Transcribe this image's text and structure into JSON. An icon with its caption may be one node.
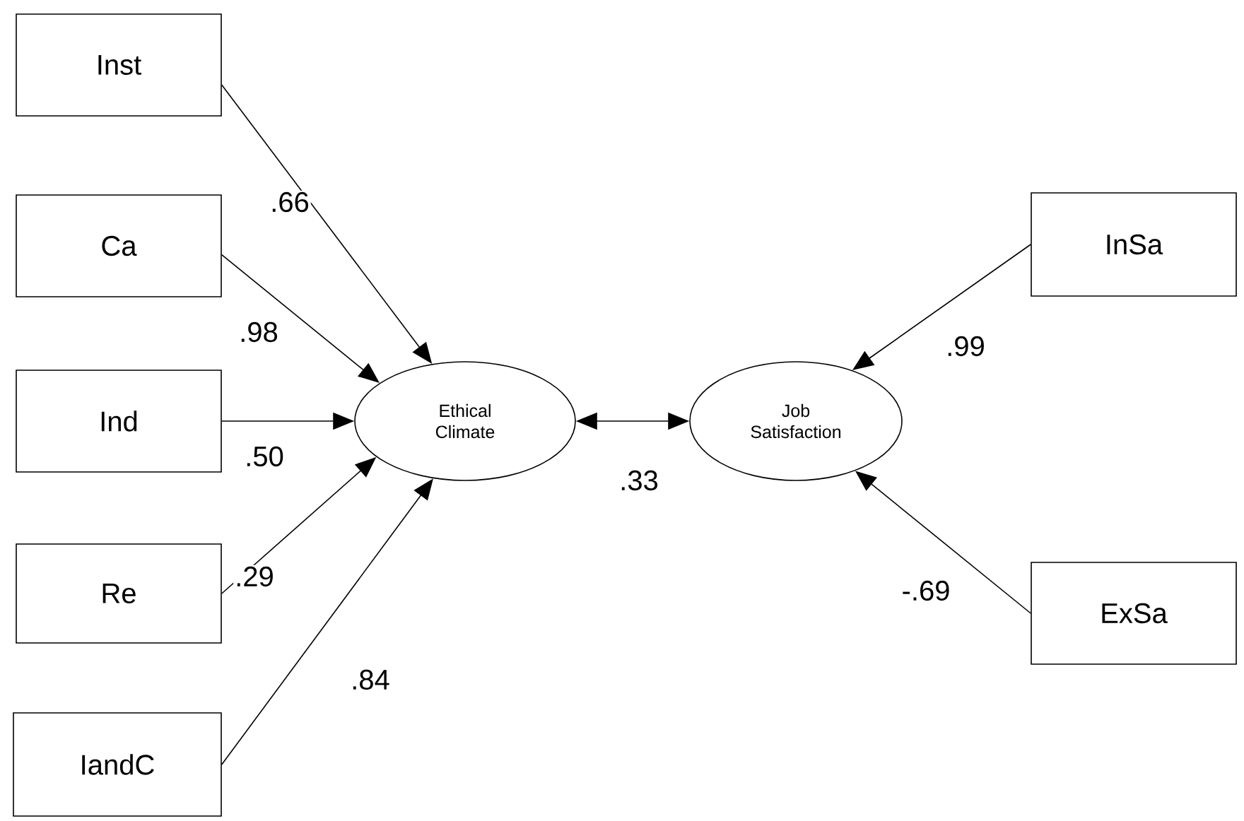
{
  "diagram": {
    "nodes": [
      {
        "text": [
          "Inst"
        ]
      },
      {
        "text": [
          "Ca"
        ]
      },
      {
        "text": [
          "Ind"
        ]
      },
      {
        "text": [
          "Re"
        ]
      },
      {
        "text": [
          "IandC"
        ]
      },
      {
        "text": [
          "Ethical Climate"
        ]
      },
      {
        "text": [
          "Job Satisfaction"
        ]
      },
      {
        "text": [
          "InSa"
        ]
      },
      {
        "text": [
          "ExSa"
        ]
      }
    ],
    "edges": [
      {
        "from": 0,
        "to": 5,
        "arrow": "to",
        "label": ".66"
      },
      {
        "from": 1,
        "to": 5,
        "arrow": "to",
        "label": ".98"
      },
      {
        "from": 2,
        "to": 5,
        "arrow": "to",
        "label": ".50"
      },
      {
        "from": 3,
        "to": 5,
        "arrow": "to",
        "label": ".29"
      },
      {
        "from": 4,
        "to": 5,
        "arrow": "to",
        "label": ".84"
      },
      {
        "from": 5,
        "to": 6,
        "arrow": "both",
        "label": ".33"
      },
      {
        "from": 7,
        "to": 6,
        "arrow": "to",
        "label": ".99"
      },
      {
        "from": 8,
        "to": 6,
        "arrow": "to",
        "label": "-.69"
      }
    ]
  }
}
